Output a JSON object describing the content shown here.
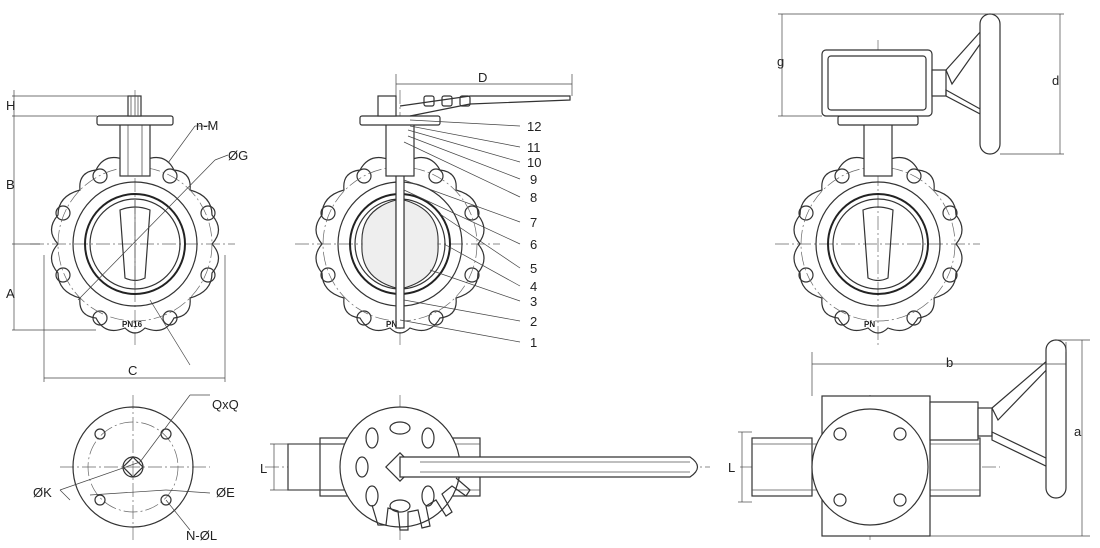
{
  "front_view": {
    "dims": {
      "H": "H",
      "B": "B",
      "A": "A",
      "C": "C",
      "nM": "n-M",
      "G": "ØG"
    },
    "marking": "PN16"
  },
  "side_view": {
    "dim_D": "D",
    "marking": "PN",
    "parts": [
      "12",
      "11",
      "10",
      "9",
      "8",
      "7",
      "6",
      "5",
      "4",
      "3",
      "2",
      "1"
    ]
  },
  "gear_view": {
    "dims": {
      "g": "g",
      "d": "d"
    },
    "marking": "PN"
  },
  "top_flange": {
    "dims": {
      "QxQ": "QxQ",
      "K": "ØK",
      "E": "ØE",
      "NL": "N-ØL"
    }
  },
  "handle_top": {
    "dim_L": "L"
  },
  "gear_top": {
    "dims": {
      "b": "b",
      "a": "a",
      "L": "L"
    }
  }
}
